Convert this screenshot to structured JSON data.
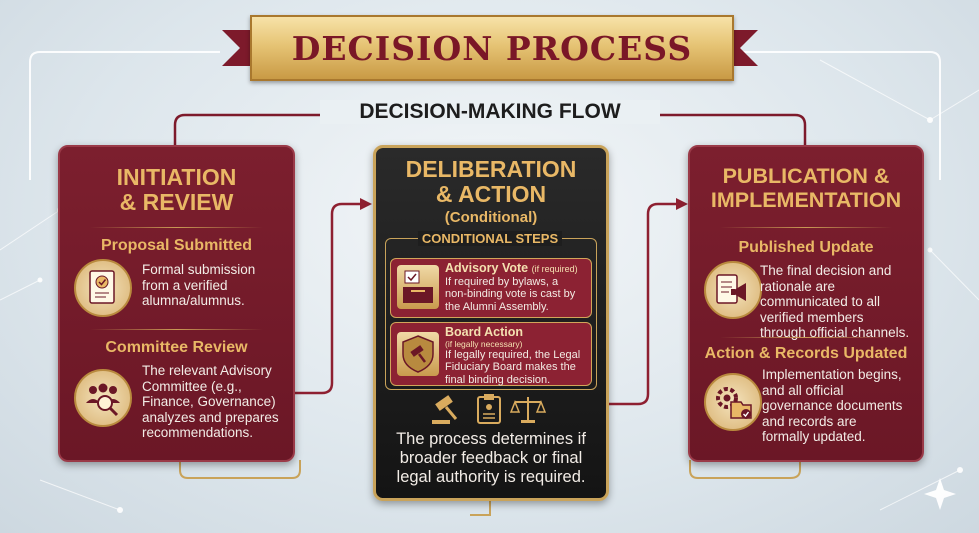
{
  "title": "DECISION PROCESS",
  "subtitle": "DECISION-MAKING FLOW",
  "colors": {
    "maroon": "#7c1f2e",
    "gold": "#e9b866",
    "dark": "#1b1b1b"
  },
  "initiation": {
    "heading_line1": "INITIATION",
    "heading_line2": "& REVIEW",
    "steps": [
      {
        "title": "Proposal Submitted",
        "icon": "document-check-icon",
        "lines": [
          "Formal submission",
          "from a verified",
          "alumna/alumnus."
        ]
      },
      {
        "title": "Committee Review",
        "icon": "committee-magnifier-icon",
        "lines": [
          "The relevant Advisory",
          "Committee (e.g.,",
          "Finance, Governance)",
          "analyzes and prepares",
          "recommendations."
        ]
      }
    ]
  },
  "deliberation": {
    "heading_line1": "DELIBERATION",
    "heading_line2": "& ACTION",
    "heading_line3": "(Conditional)",
    "conditional_label": "CONDITIONAL STEPS",
    "cards": [
      {
        "title": "Advisory Vote",
        "qualifier": "(if required)",
        "icon": "ballot-box-icon",
        "lines": [
          "If required by bylaws, a",
          "non-binding vote is cast by",
          "the Alumni Assembly."
        ]
      },
      {
        "title": "Board Action",
        "qualifier": "(if legally necessary)",
        "icon": "shield-gavel-icon",
        "lines": [
          "If legally required, the Legal",
          "Fiduciary Board makes the",
          "final binding decision."
        ]
      }
    ],
    "footer_icons": [
      "gavel-icon",
      "clipboard-icon",
      "scales-icon"
    ],
    "footer_lines": [
      "The process determines if",
      "broader feedback or final",
      "legal authority is required."
    ]
  },
  "publication": {
    "heading_line1": "PUBLICATION &",
    "heading_line2": "IMPLEMENTATION",
    "steps": [
      {
        "title": "Published Update",
        "icon": "announcement-document-icon",
        "lines": [
          "The final decision and",
          "rationale are",
          "communicated to all",
          "verified members",
          "through official channels."
        ]
      },
      {
        "title": "Action & Records Updated",
        "icon": "gear-folder-icon",
        "lines": [
          "Implementation begins,",
          "and all official",
          "governance documents",
          "and records are",
          "formally updated."
        ]
      }
    ]
  }
}
